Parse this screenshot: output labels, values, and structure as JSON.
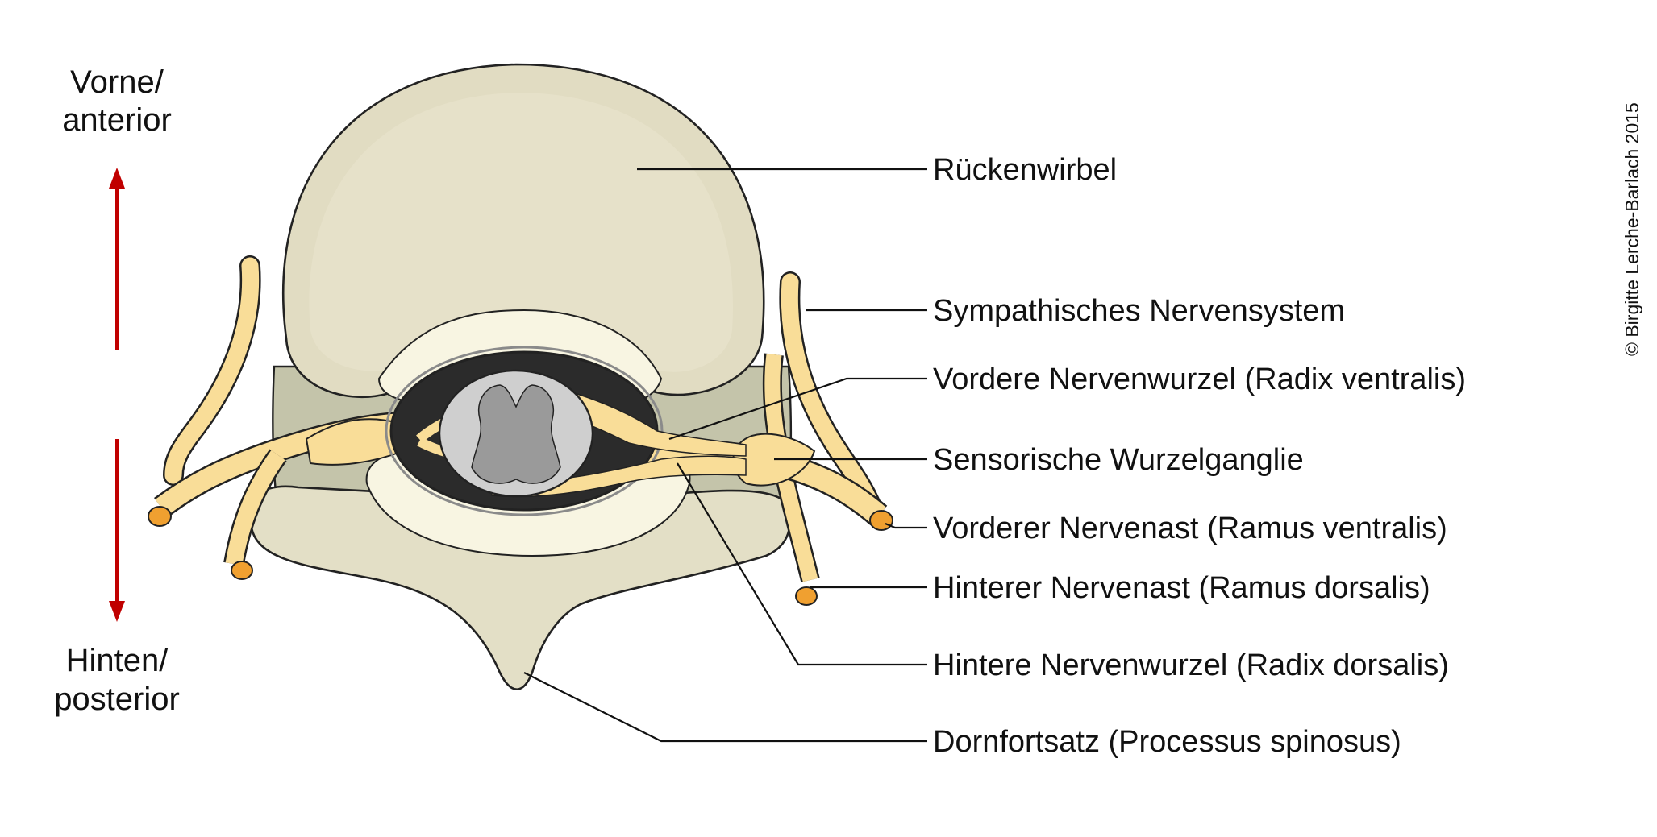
{
  "orientation": {
    "anterior_line1": "Vorne/",
    "anterior_line2": "anterior",
    "posterior_line1": "Hinten/",
    "posterior_line2": "posterior",
    "arrow_color": "#c00000"
  },
  "labels": [
    "Rückenwirbel",
    "Sympathisches Nervensystem",
    "Vordere Nervenwurzel (Radix ventralis)",
    "Sensorische Wurzelganglie",
    "Vorderer Nervenast (Ramus ventralis)",
    "Hinterer Nervenast (Ramus dorsalis)",
    "Hintere Nervenwurzel (Radix dorsalis)",
    "Dornfortsatz (Processus spinosus)"
  ],
  "copyright": "© Birgitte Lerche-Barlach 2015",
  "colors": {
    "bone": "#e3dfc6",
    "bone_dark": "#c2c2a8",
    "nerve": "#f9dd98",
    "nerve_cut": "#f0a030",
    "canal": "#2b2b2b",
    "spinal_cord": "#cfcfcf",
    "grey_matter": "#9a9a9a"
  }
}
